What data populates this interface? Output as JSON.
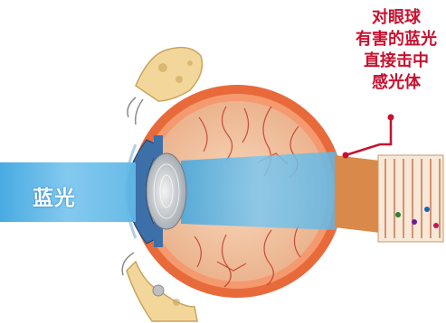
{
  "labels": {
    "blue_light": "蓝光",
    "warning_lines": [
      "对眼球",
      "有害的蓝光",
      "直接击中",
      "感光体"
    ]
  },
  "icons": {
    "eye": "eye-cross-section-icon",
    "beam": "blue-light-beam-icon",
    "retina": "retina-photoreceptor-icon"
  },
  "colors": {
    "beam": "#5fb7e6",
    "callout_text": "#c8102e",
    "callout_line": "#c8102e",
    "sclera": "#e86a3a",
    "eyeball_inner": "#f2c29a",
    "vessels": "#c0392b"
  }
}
